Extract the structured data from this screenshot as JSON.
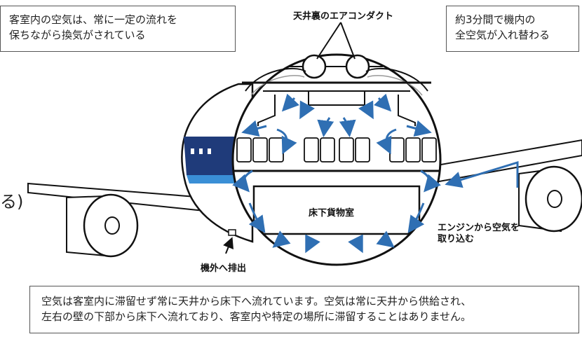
{
  "notes": {
    "top_left_line1": "客室内の空気は、常に一定の流れを",
    "top_left_line2": "保ちながら換気がされている",
    "top_right_line1": "約3分間で機内の",
    "top_right_line2": "全空気が入れ替わる",
    "bottom_line1": "空気は客室内に滞留せず常に天井から床下へ流れています。空気は常に天井から供給され、",
    "bottom_line2": "左右の壁の下部から床下へ流れており、客室内や特定の場所に滞留することはありません。"
  },
  "labels": {
    "ceiling_duct": "天井裏のエアコンダクト",
    "cargo_hold": "床下貨物室",
    "engine_intake_line1": "エンジンから空気を",
    "engine_intake_line2": "取り込む",
    "exhaust": "機外へ排出",
    "cut_fragment": "る)"
  },
  "colors": {
    "airflow": "#2f6fb3",
    "fuselage_band": "#1f3b7a",
    "fuselage_band_light": "#3a8fd6",
    "outline": "#111111"
  }
}
